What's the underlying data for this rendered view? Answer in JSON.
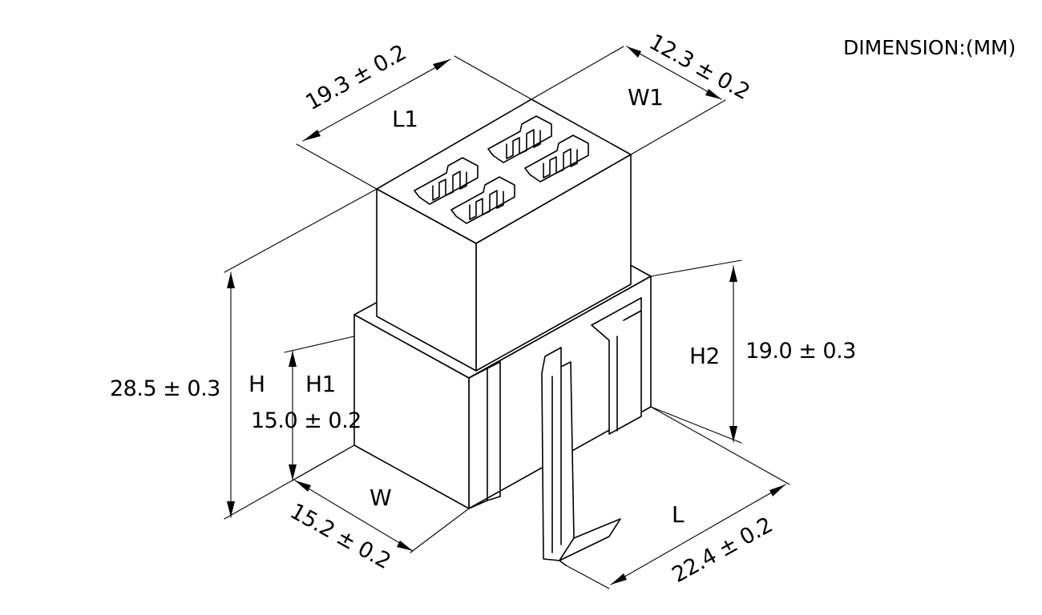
{
  "units_note": "DIMENSION:(MM)",
  "labels": {
    "L1": "L1",
    "W1": "W1",
    "H": "H",
    "H1": "H1",
    "H2": "H2",
    "W": "W",
    "L": "L"
  },
  "dimensions": {
    "L1": "19.3 ± 0.2",
    "W1": "12.3 ± 0.2",
    "H": "28.5 ± 0.3",
    "H1": "15.0 ± 0.2",
    "H2": "19.0 ± 0.3",
    "W": "15.2 ± 0.2",
    "L": "22.4 ± 0.2"
  }
}
